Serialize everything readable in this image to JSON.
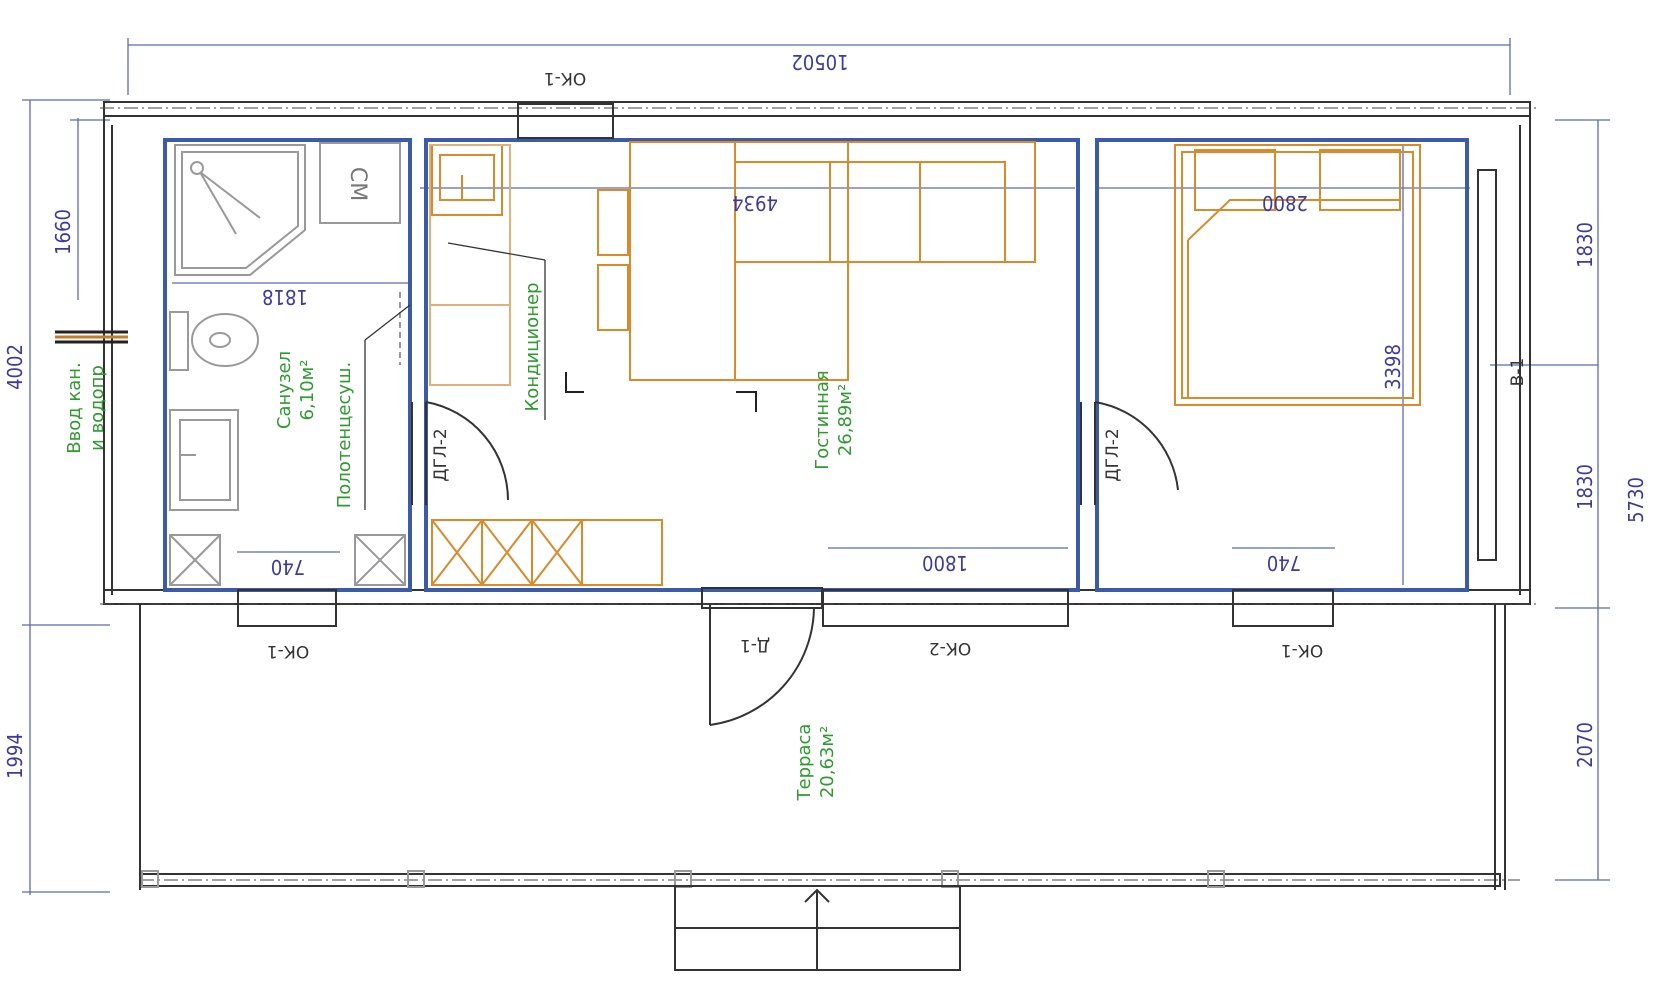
{
  "dimensions": {
    "top_total": "10502",
    "left_overall": "4002",
    "left_bath": "1660",
    "left_terrace": "1994",
    "right_total": "5730",
    "right_upper": "1830",
    "right_lower": "1830",
    "right_terrace": "2070",
    "living_width": "4934",
    "bedroom_width": "2800",
    "bath_width": "1818",
    "bed_depth": "3398",
    "window_bath": "740",
    "window_bedroom": "740",
    "window_living": "1800"
  },
  "rooms": {
    "bathroom_name": "Санузел",
    "bathroom_area": "6,10м²",
    "living_name": "Гостинная",
    "living_area": "26,89м²",
    "terrace_name": "Терраса",
    "terrace_area": "20,63м²"
  },
  "notes": {
    "conditioner": "Кондиционер",
    "towel": "Полотенцесуш.",
    "inlet_line1": "Ввод кан.",
    "inlet_line2": "и водопр",
    "washer": "СМ"
  },
  "marks": {
    "window_top": "ОК-1",
    "window_bottom_left": "ОК-1",
    "window_bottom_mid": "ОК-2",
    "window_bottom_right": "ОК-1",
    "door_entry": "Д-1",
    "door_bath": "ДГЛ-2",
    "door_bedroom": "ДГЛ-2",
    "section": "В-1"
  }
}
